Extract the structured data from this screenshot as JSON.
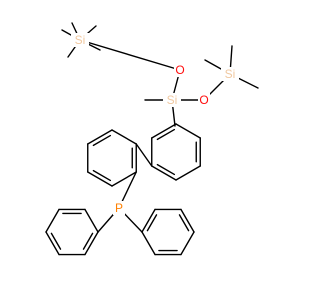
{
  "molecule": {
    "atoms": [
      {
        "id": "si_top",
        "label": "Si",
        "color": "#F0C8A0"
      },
      {
        "id": "o_top",
        "label": "O",
        "color": "#FF0D0D"
      },
      {
        "id": "si_mid",
        "label": "Si",
        "color": "#F0C8A0"
      },
      {
        "id": "o_right",
        "label": "O",
        "color": "#FF0D0D"
      },
      {
        "id": "si_right",
        "label": "Si",
        "color": "#F0C8A0"
      },
      {
        "id": "p",
        "label": "P",
        "color": "#FF8000"
      }
    ]
  }
}
